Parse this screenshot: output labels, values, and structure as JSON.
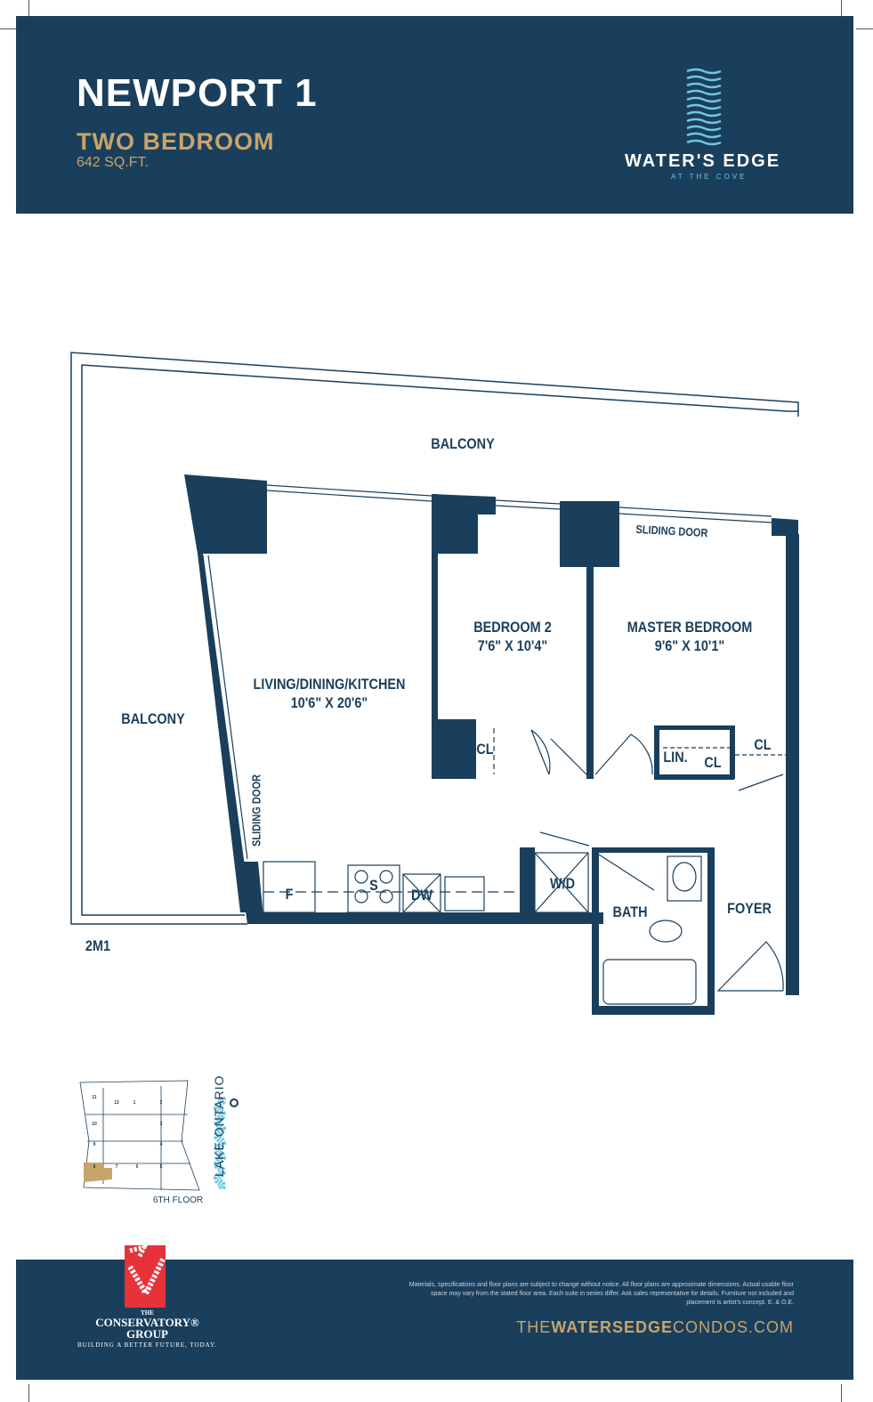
{
  "header": {
    "title": "NEWPORT 1",
    "subtitle": "TWO BEDROOM",
    "area": "642 SQ.FT.",
    "brand": "WATER'S EDGE",
    "brand_sub": "AT THE COVE"
  },
  "plan": {
    "balcony_top": "BALCONY",
    "balcony_left": "BALCONY",
    "living_name": "LIVING/DINING/KITCHEN",
    "living_dims": "10'6\" X 20'6\"",
    "bedroom2_name": "BEDROOM 2",
    "bedroom2_dims": "7'6\" X 10'4\"",
    "master_name": "MASTER BEDROOM",
    "master_dims": "9'6\" X 10'1\"",
    "sliding_door_top": "SLIDING DOOR",
    "sliding_door_left": "SLIDING DOOR",
    "cl1": "CL",
    "lin": "LIN.",
    "cl2": "CL",
    "cl3": "CL",
    "fridge": "F",
    "stove": "S",
    "dishwasher": "DW",
    "washer_dryer": "W/D",
    "bath": "BATH",
    "foyer": "FOYER",
    "unit_code": "2M1"
  },
  "keyplan": {
    "floor": "6TH FLOOR",
    "lake": "LAKE ONTARIO",
    "highlight_color": "#c9a46a",
    "units": [
      "11",
      "12",
      "1",
      "2",
      "10",
      "3",
      "9",
      "4",
      "8",
      "7",
      "6",
      "5"
    ]
  },
  "footer": {
    "disclaimer": "Materials, specifications and floor plans are subject to change without notice. All floor plans are approximate dimensions. Actual usable floor space may vary from the stated floor area. Each suite in series differ. Ask sales representative for details. Furniture not included and placement is artist's concept. E. & O.E.",
    "url_pre": "THE",
    "url_bold": "WATERSEDGE",
    "url_post": "CONDOS.COM",
    "company_the": "THE",
    "company_name": "CONSERVATORY®",
    "company_group": "GROUP",
    "company_tagline": "BUILDING A BETTER FUTURE, TODAY."
  },
  "colors": {
    "navy": "#1a3f5c",
    "gold": "#c9a46a",
    "wave": "#6fc7e0",
    "logo_red": "#e8323a"
  }
}
